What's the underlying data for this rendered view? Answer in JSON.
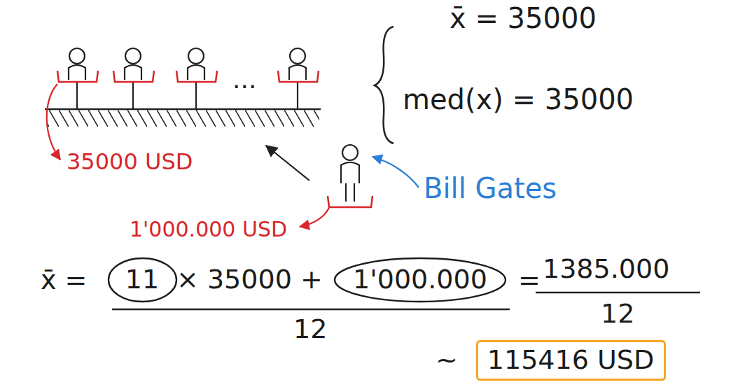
{
  "diagram": {
    "nodes": [
      {
        "text": [
          "11"
        ]
      },
      {
        "text": [
          "1'000.000"
        ]
      },
      {
        "text": [
          "115416 USD"
        ]
      }
    ],
    "labels": [
      "x̄ = 35000",
      "med(x) = 35000",
      "...",
      "35000 USD",
      "Bill Gates",
      "1'000.000 USD",
      "x̄ =",
      "× 35000 +",
      "12",
      "=",
      "1385.000",
      "12",
      "~"
    ]
  }
}
